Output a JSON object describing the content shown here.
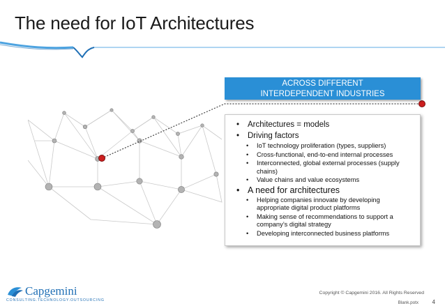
{
  "slide": {
    "title": "The need for IoT Architectures",
    "banner": {
      "line1": "ACROSS DIFFERENT",
      "line2": "INTERDEPENDENT INDUSTRIES"
    },
    "bullets": [
      {
        "text": "Architectures = models",
        "sub": []
      },
      {
        "text": "Driving factors",
        "sub": [
          "IoT technology proliferation (types, suppliers)",
          "Cross-functional, end-to-end internal processes",
          "Interconnected, global external processes (supply chains)",
          "Value chains and value ecosystems"
        ]
      },
      {
        "text": "A need for architectures",
        "sub": [
          "Helping companies innovate by developing appropriate digital product platforms",
          "Making sense of recommendations to support a company’s digital strategy",
          "Developing interconnected business platforms"
        ]
      }
    ]
  },
  "footer": {
    "logo": "Capgemini",
    "tagline": "CONSULTING.TECHNOLOGY.OUTSOURCING",
    "copyright": "Copyright © Capgemini 2016. All Rights Reserved",
    "filename": "Blank.potx",
    "page_number": "4"
  },
  "colors": {
    "accent_blue": "#2a8fd6",
    "marker_red": "#cc1f1f",
    "swoosh_blue": "#1f6fb5"
  },
  "icons": [
    "network-graphic-icon",
    "capgemini-logo-icon"
  ]
}
